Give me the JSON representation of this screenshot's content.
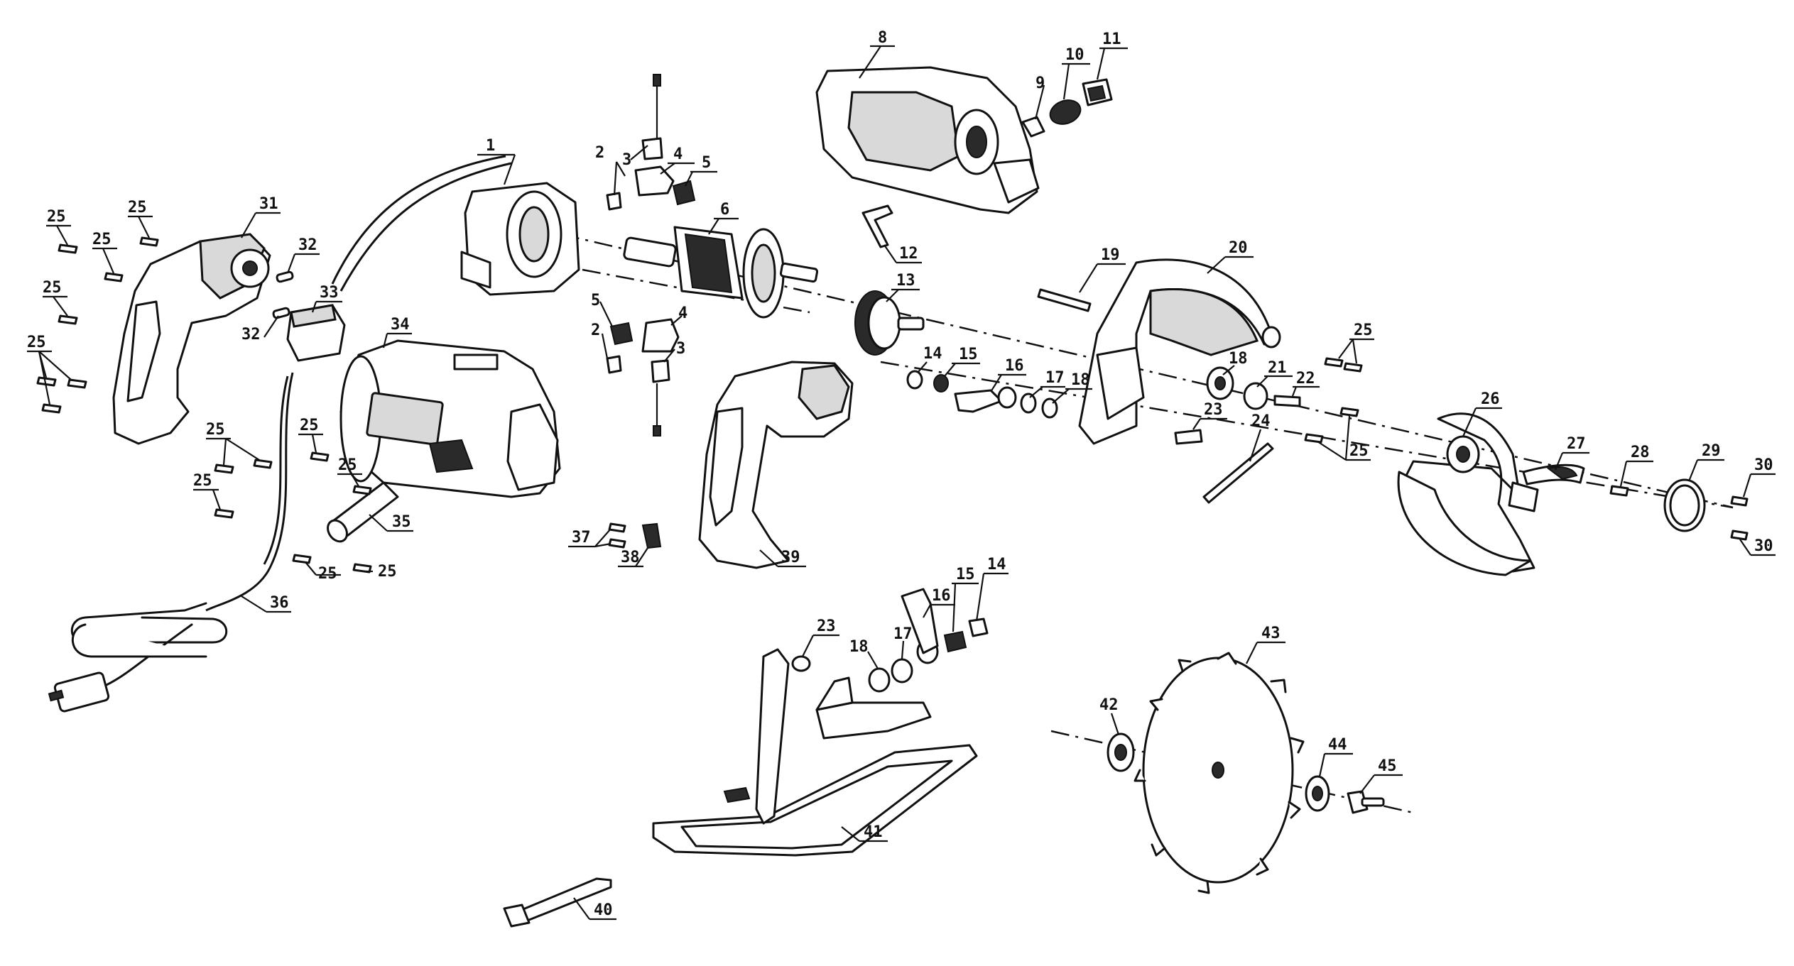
{
  "labels": {
    "p1": "1",
    "p2a": "2",
    "p2b": "2",
    "p3a": "3",
    "p3b": "3",
    "p4a": "4",
    "p4b": "4",
    "p5a": "5",
    "p5b": "5",
    "p6": "6",
    "p8": "8",
    "p9": "9",
    "p10": "10",
    "p11": "11",
    "p12": "12",
    "p13": "13",
    "p14a": "14",
    "p14b": "14",
    "p15a": "15",
    "p15b": "15",
    "p16a": "16",
    "p16b": "16",
    "p17a": "17",
    "p17b": "17",
    "p18a": "18",
    "p18b": "18",
    "p19": "19",
    "p20": "20",
    "p21": "21",
    "p22": "22",
    "p23a": "23",
    "p23b": "23",
    "p24": "24",
    "p25a": "25",
    "p25b": "25",
    "p25c": "25",
    "p25d": "25",
    "p25e": "25",
    "p25f": "25",
    "p25g": "25",
    "p25h": "25",
    "p25i": "25",
    "p25j": "25",
    "p25k": "25",
    "p25l": "25",
    "p25m": "25",
    "p26": "26",
    "p27": "27",
    "p28": "28",
    "p29": "29",
    "p30a": "30",
    "p30b": "30",
    "p31": "31",
    "p32a": "32",
    "p32b": "32",
    "p33": "33",
    "p34": "34",
    "p35": "35",
    "p36": "36",
    "p37": "37",
    "p38": "38",
    "p39": "39",
    "p40": "40",
    "p41": "41",
    "p42": "42",
    "p43": "43",
    "p44": "44",
    "p45": "45"
  }
}
